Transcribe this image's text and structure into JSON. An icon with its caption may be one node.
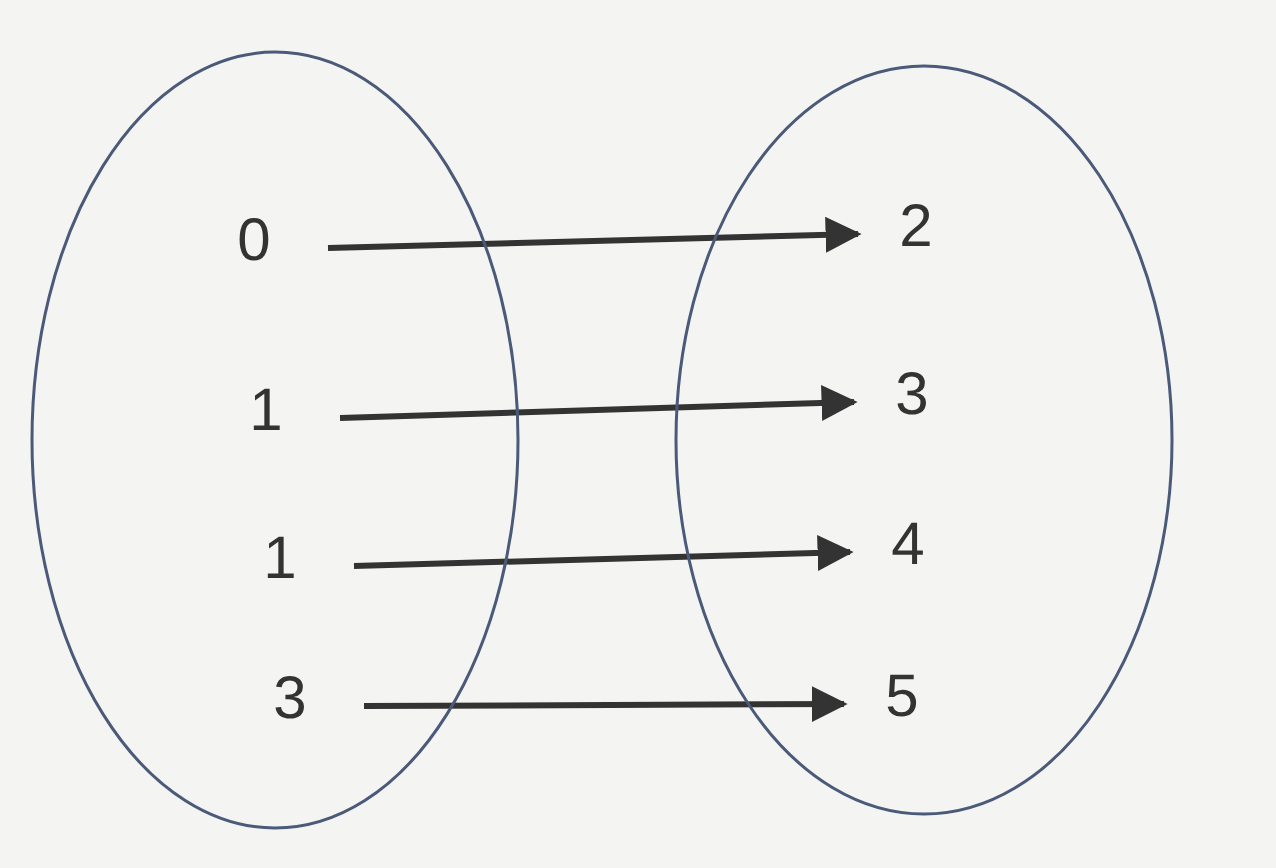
{
  "diagram": {
    "nodes": [
      {
        "text": [],
        "shape": "ellipse"
      },
      {
        "text": [
          "0"
        ],
        "in": 0
      },
      {
        "text": [
          "1"
        ],
        "in": 0
      },
      {
        "text": [
          "1"
        ],
        "in": 0
      },
      {
        "text": [
          "3"
        ],
        "in": 0
      },
      {
        "text": [],
        "shape": "ellipse"
      },
      {
        "text": [
          "2"
        ],
        "in": 5
      },
      {
        "text": [
          "3"
        ],
        "in": 5
      },
      {
        "text": [
          "4"
        ],
        "in": 5
      },
      {
        "text": [
          "5"
        ],
        "in": 5
      }
    ],
    "edges": [
      {
        "from": 1,
        "to": 6,
        "arrow": "to"
      },
      {
        "from": 2,
        "to": 7,
        "arrow": "to"
      },
      {
        "from": 3,
        "to": 8,
        "arrow": "to"
      },
      {
        "from": 4,
        "to": 9,
        "arrow": "to"
      }
    ]
  }
}
